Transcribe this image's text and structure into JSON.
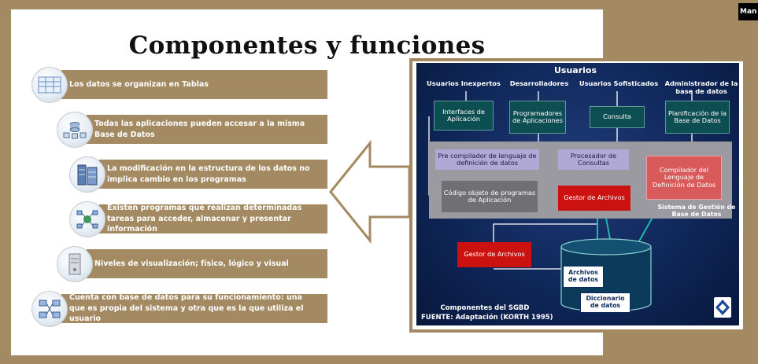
{
  "slide": {
    "title": "Componentes y funciones",
    "items": [
      {
        "text": "Los datos se organizan en Tablas",
        "icon": "table-icon"
      },
      {
        "text": "Todas las aplicaciones pueden accesar a la misma Base de Datos",
        "icon": "shared-database-icon"
      },
      {
        "text": "La modificación en la estructura de los datos no implica cambio en los programas",
        "icon": "server-rack-icon"
      },
      {
        "text": "Existen programas que realizan determinadas tareas para acceder, almacenar y presentar información",
        "icon": "network-icon"
      },
      {
        "text": "Niveles de visualización; físico, lógico y visual",
        "icon": "server-icon"
      },
      {
        "text": "Cuenta con base de datos para su funcionamiento: una que es propia del sistema y otra que es la que utiliza el usuario",
        "icon": "computers-network-icon"
      }
    ]
  },
  "video_label": "Man",
  "diagram": {
    "users_title": "Usuarios",
    "user_types": [
      "Usuarios Inexpertos",
      "Desarrolladores",
      "Usuarios Sofisticados",
      "Administrador de la base de datos"
    ],
    "interfaces": "Interfaces de Aplicación",
    "programmers": "Programadores de Aplicaciones",
    "query": "Consulta",
    "planning": "Planificación de la Base de Datos",
    "precompiler": "Pre compilador de lenguaje de definición de datos",
    "query_processor": "Procesador de Consultas",
    "ddl_compiler": "Compilador del Lenguaje de Definición de Datos",
    "object_code": "Código objeto de programas de Aplicación",
    "file_manager_inner": "Gestor de Archivos",
    "system_label": "Sistema de Gestión de Base de Datos",
    "file_manager_outer": "Gestor de Archivos",
    "data_files": "Archivos de datos",
    "dictionary": "Diccionario de datos",
    "caption_1": "Componentes del SGBD",
    "caption_2": "FUENTE: Adaptación (KORTH 1995)"
  }
}
